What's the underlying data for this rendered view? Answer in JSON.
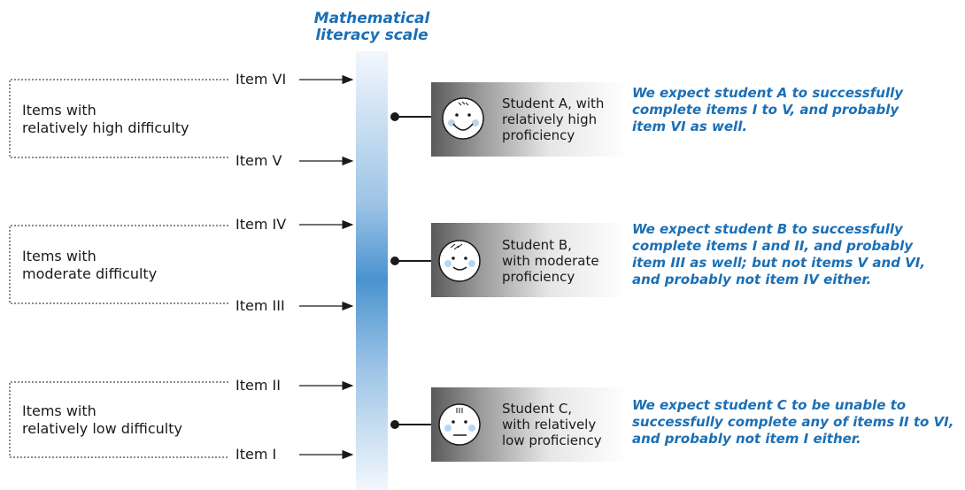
{
  "title_line1": "Mathematical",
  "title_line2": "literacy scale",
  "items": [
    "Item I",
    "Item II",
    "Item III",
    "Item IV",
    "Item V",
    "Item VI"
  ],
  "groups": {
    "high": {
      "line1": "Items with",
      "line2": "relatively high difficulty"
    },
    "moderate": {
      "line1": "Items with",
      "line2": "moderate difficulty"
    },
    "low": {
      "line1": "Items with",
      "line2": "relatively low difficulty"
    }
  },
  "students": {
    "a": {
      "line1": "Student A, with",
      "line2": "relatively high",
      "line3": "proficiency",
      "expect": [
        "We expect student A to successfully",
        "complete items I to V, and probably",
        "item VI as well."
      ]
    },
    "b": {
      "line1": "Student B,",
      "line2": "with moderate",
      "line3": "proficiency",
      "expect": [
        "We expect student B to successfully",
        "complete items I and II, and probably",
        "item III as well; but not items V and VI,",
        "and probably not item IV either."
      ]
    },
    "c": {
      "line1": "Student C,",
      "line2": "with relatively",
      "line3": "low proficiency",
      "expect": [
        "We expect student C to be unable to",
        "successfully complete any of items II to VI,",
        "and probably not item I either."
      ]
    }
  },
  "colors": {
    "accent": "#1b6fb5",
    "scale_dark": "#4a93cf"
  }
}
